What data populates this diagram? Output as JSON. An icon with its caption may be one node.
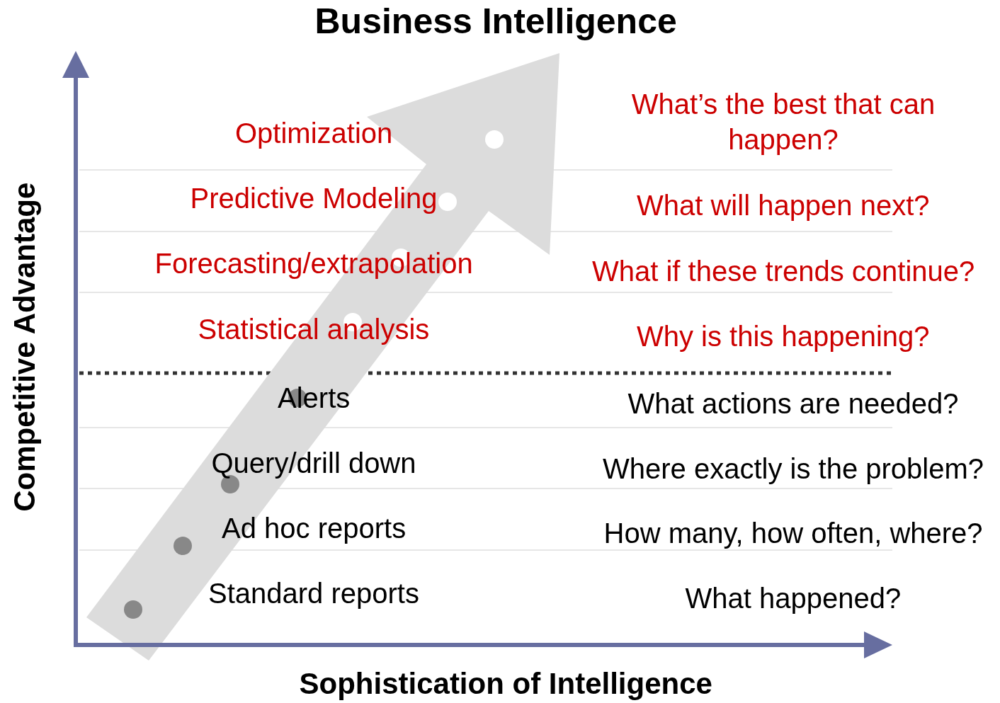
{
  "diagram": {
    "title": "Business Intelligence",
    "labels": [
      "Optimization",
      "What’s the best that can happen?",
      "Predictive Modeling",
      "What will happen next?",
      "Forecasting/extrapolation",
      "What if these trends continue?",
      "Statistical analysis",
      "Why is this happening?",
      "Alerts",
      "What actions are needed?",
      "Query/drill down",
      "Where exactly is the problem?",
      "Ad hoc reports",
      "How many, how often, where?",
      "Standard reports",
      "What happened?",
      "Competitive Advantage",
      "Sophistication of Intelligence"
    ]
  }
}
